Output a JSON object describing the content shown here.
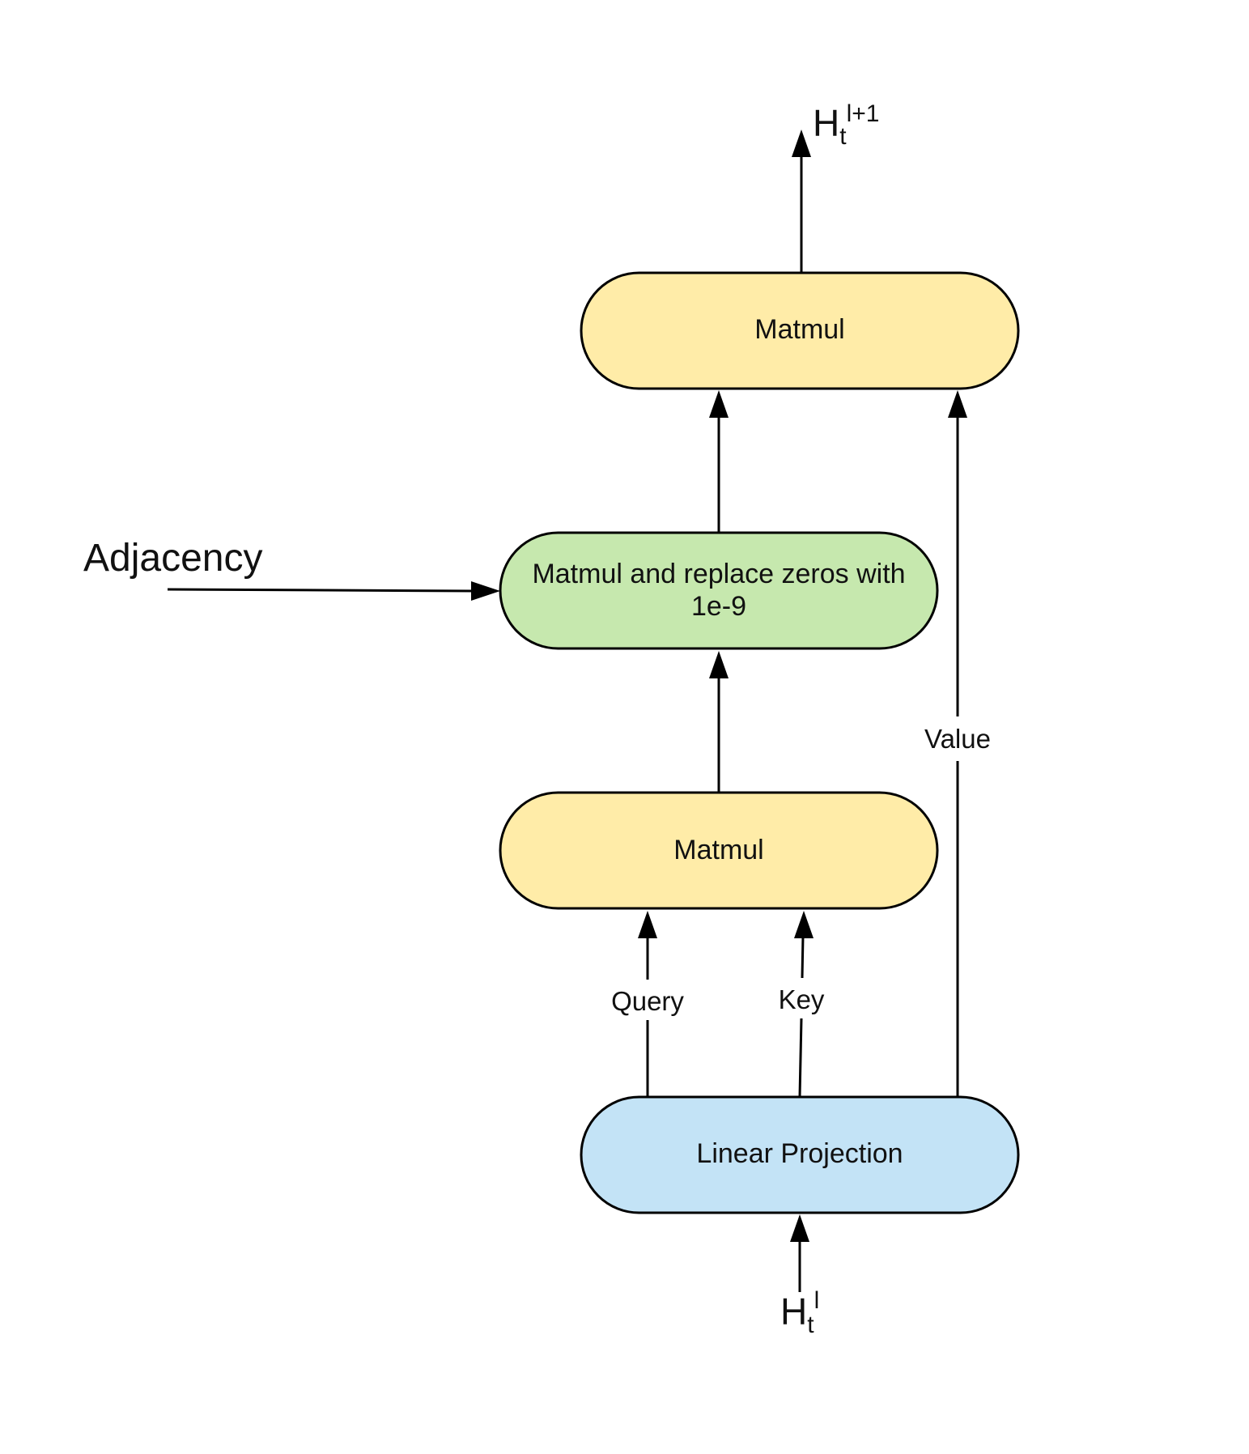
{
  "colors": {
    "matmul_fill": "#FFECA8",
    "adjacency_node_fill": "#C6E8AE",
    "projection_fill": "#C3E3F6",
    "stroke": "#000000"
  },
  "nodes": {
    "top_matmul": {
      "label": "Matmul"
    },
    "adjacency_matmul": {
      "label_line1": "Matmul and replace zeros with",
      "label_line2": "1e-9"
    },
    "mid_matmul": {
      "label": "Matmul"
    },
    "linear_projection": {
      "label": "Linear Projection"
    }
  },
  "edges": {
    "query": "Query",
    "key": "Key",
    "value": "Value"
  },
  "inputs": {
    "adjacency": "Adjacency",
    "input_h": {
      "base": "H",
      "sub": "t",
      "sup": "l"
    }
  },
  "outputs": {
    "output_h": {
      "base": "H",
      "sub": "t",
      "sup": "l+1"
    }
  }
}
